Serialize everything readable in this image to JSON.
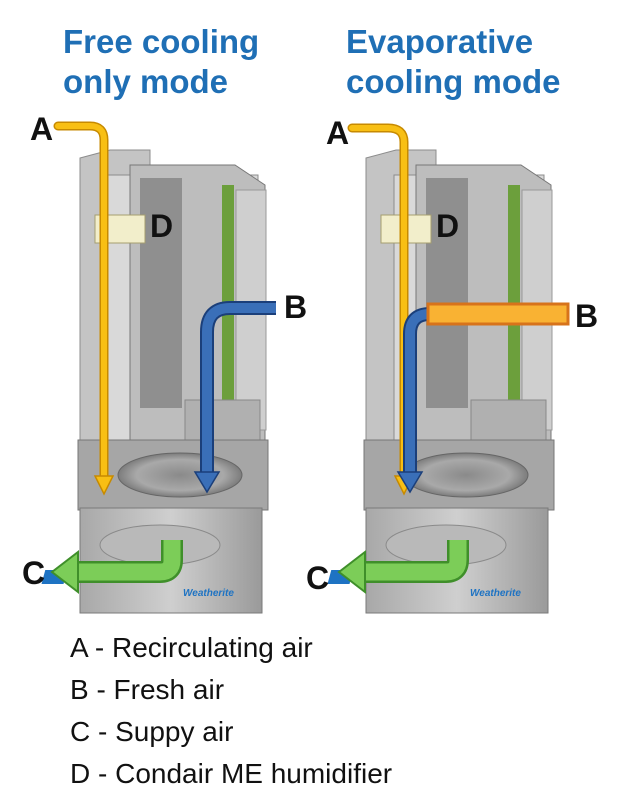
{
  "titles": {
    "left": [
      "Free cooling",
      "only mode"
    ],
    "right": [
      "Evaporative",
      "cooling mode"
    ]
  },
  "markers": {
    "a": "A",
    "b": "B",
    "c": "C",
    "d": "D"
  },
  "brand": "Weatherite",
  "legend": [
    "A - Recirculating air",
    "B - Fresh air",
    "C - Suppy air",
    "D - Condair ME humidifier"
  ],
  "colors": {
    "title": "#1f6fb5",
    "recirculating": "#f6b800",
    "fresh": "#2e62aa",
    "fresh_heated": "#f7a628",
    "supply": "#6cc24a"
  }
}
